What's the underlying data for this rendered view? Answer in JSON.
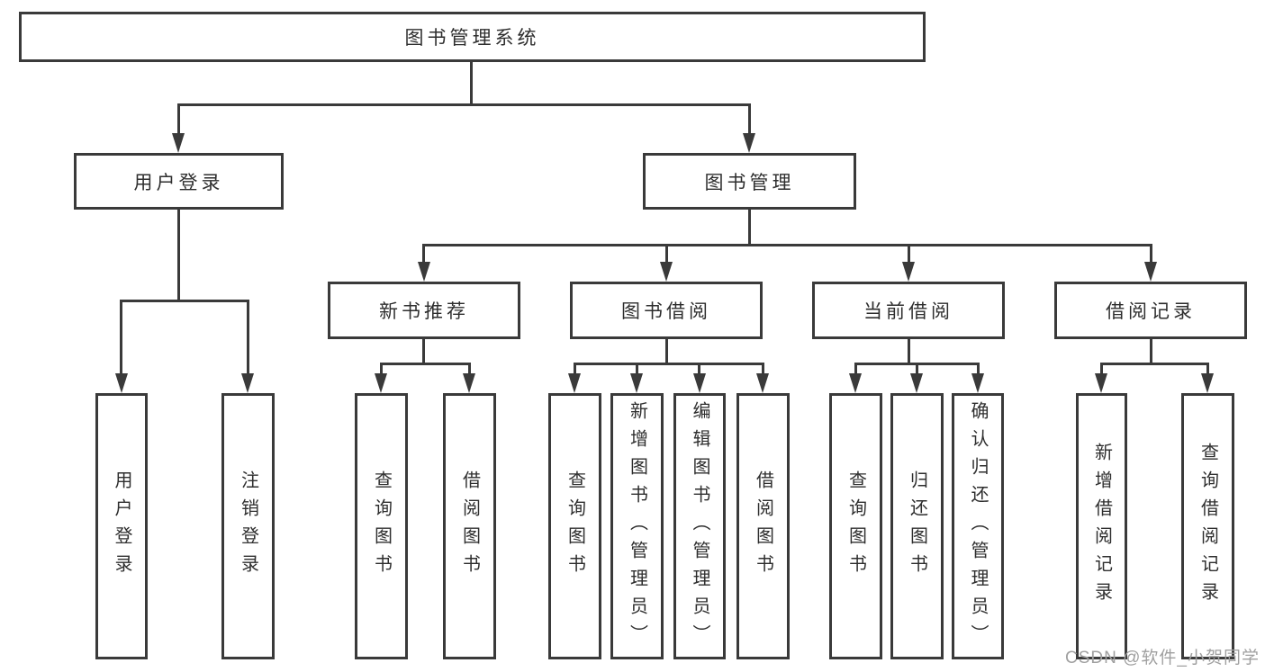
{
  "diagram": {
    "title_node": {
      "label": "图书管理系统"
    },
    "level2": [
      {
        "id": "user-login",
        "label": "用户登录"
      },
      {
        "id": "book-management",
        "label": "图书管理"
      }
    ],
    "level3": [
      {
        "id": "new-book-recommendation",
        "label": "新书推荐"
      },
      {
        "id": "book-borrowing",
        "label": "图书借阅"
      },
      {
        "id": "current-borrowing",
        "label": "当前借阅"
      },
      {
        "id": "borrowing-records",
        "label": "借阅记录"
      }
    ],
    "leaves": [
      {
        "id": "user-login",
        "label": "用户登录"
      },
      {
        "id": "logout",
        "label": "注销登录"
      },
      {
        "id": "query-books-recommend",
        "label": "查询图书"
      },
      {
        "id": "borrow-books-recommend",
        "label": "借阅图书"
      },
      {
        "id": "query-books-borrowing",
        "label": "查询图书"
      },
      {
        "id": "add-books-admin",
        "label": "新增图书（管理员）"
      },
      {
        "id": "edit-books-admin",
        "label": "编辑图书（管理员）"
      },
      {
        "id": "borrow-books",
        "label": "借阅图书"
      },
      {
        "id": "query-books-current",
        "label": "查询图书"
      },
      {
        "id": "return-books",
        "label": "归还图书"
      },
      {
        "id": "confirm-return-admin",
        "label": "确认归还（管理员）"
      },
      {
        "id": "add-borrow-record",
        "label": "新增借阅记录"
      },
      {
        "id": "query-borrow-record",
        "label": "查询借阅记录"
      }
    ]
  },
  "watermark": {
    "text": "CSDN @软件_小贺同学"
  },
  "colors": {
    "line": "#3a3a3a",
    "text": "#2e2e2e",
    "watermark": "#a0a0a0",
    "background": "#ffffff"
  }
}
